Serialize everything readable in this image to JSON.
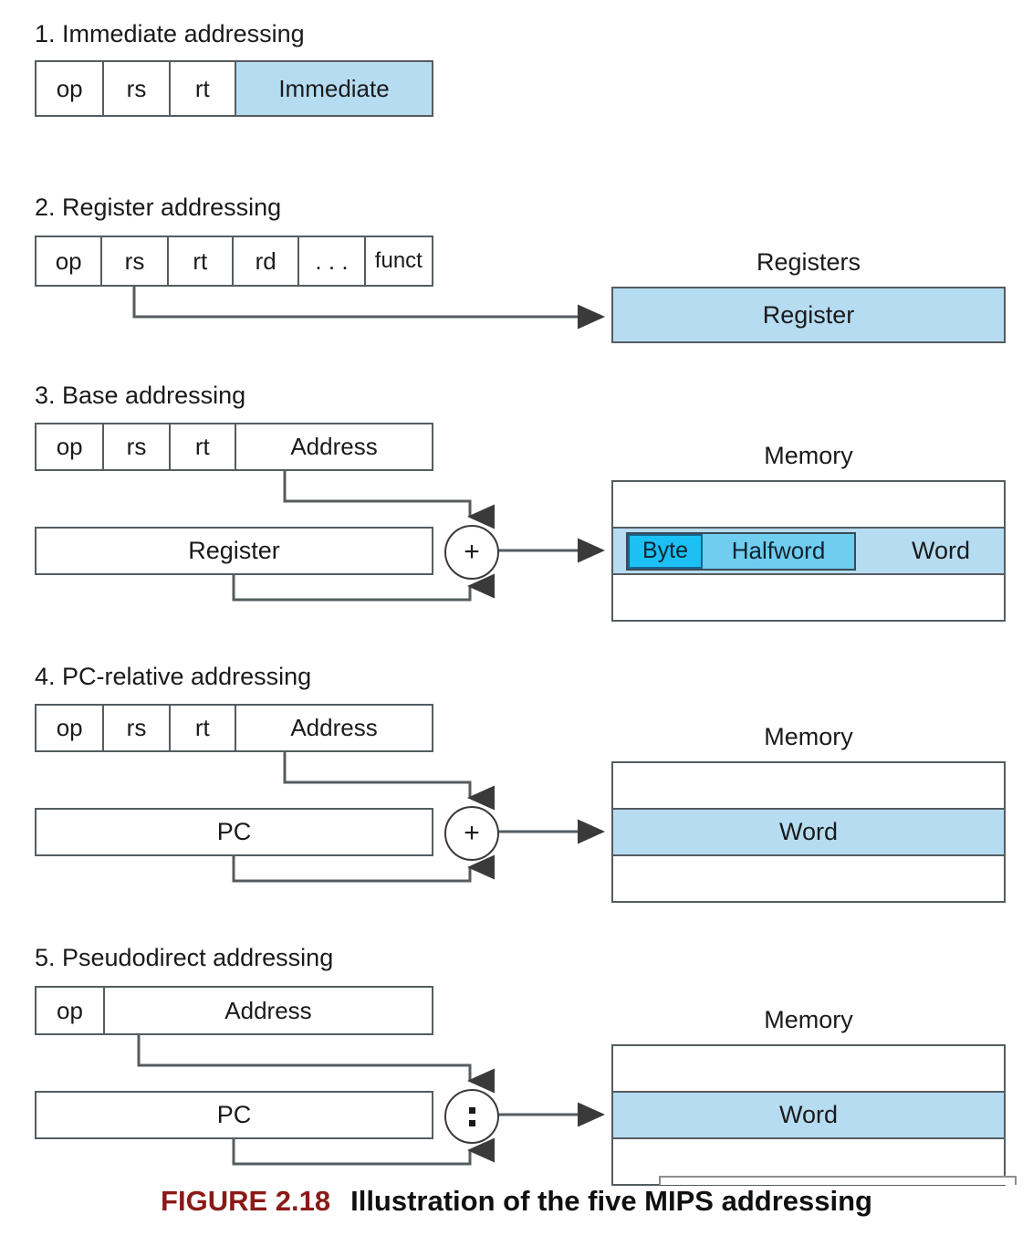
{
  "figure": {
    "caption_label": "FIGURE 2.18",
    "caption_text": "Illustration of the five MIPS addressing",
    "caption_label_color": "#8a1a16",
    "highlight_color": "#b6dcf2",
    "byte_color": "#1cc0f5",
    "halfword_color": "#6fcdf0",
    "line_color": "#555c60"
  },
  "sections": [
    {
      "title": "1. Immediate addressing",
      "fields": [
        {
          "label": "op",
          "highlight": false
        },
        {
          "label": "rs",
          "highlight": false
        },
        {
          "label": "rt",
          "highlight": false
        },
        {
          "label": "Immediate",
          "highlight": true
        }
      ],
      "operand_box": null,
      "operator": null,
      "target": null
    },
    {
      "title": "2. Register addressing",
      "fields": [
        {
          "label": "op",
          "highlight": false
        },
        {
          "label": "rs",
          "highlight": false
        },
        {
          "label": "rt",
          "highlight": false
        },
        {
          "label": "rd",
          "highlight": false
        },
        {
          "label": ". . .",
          "highlight": false
        },
        {
          "label": "funct",
          "highlight": false
        }
      ],
      "operand_box": null,
      "operator": null,
      "target": {
        "label": "Registers",
        "kind": "registers",
        "cells": [
          {
            "label": "Register",
            "highlight": true
          }
        ]
      }
    },
    {
      "title": "3.  Base addressing",
      "fields": [
        {
          "label": "op",
          "highlight": false
        },
        {
          "label": "rs",
          "highlight": false
        },
        {
          "label": "rt",
          "highlight": false
        },
        {
          "label": "Address",
          "highlight": false
        }
      ],
      "operand_box": "Register",
      "operator": "+",
      "target": {
        "label": "Memory",
        "kind": "memory",
        "cells": [
          {
            "label": "",
            "highlight": false
          },
          {
            "label": "Word",
            "highlight": true,
            "byte": "Byte",
            "halfword": "Halfword"
          },
          {
            "label": "",
            "highlight": false
          }
        ]
      }
    },
    {
      "title": "4.  PC-relative addressing",
      "fields": [
        {
          "label": "op",
          "highlight": false
        },
        {
          "label": "rs",
          "highlight": false
        },
        {
          "label": "rt",
          "highlight": false
        },
        {
          "label": "Address",
          "highlight": false
        }
      ],
      "operand_box": "PC",
      "operator": "+",
      "target": {
        "label": "Memory",
        "kind": "memory",
        "cells": [
          {
            "label": "",
            "highlight": false
          },
          {
            "label": "Word",
            "highlight": true
          },
          {
            "label": "",
            "highlight": false
          }
        ]
      }
    },
    {
      "title": "5.  Pseudodirect addressing",
      "fields": [
        {
          "label": "op",
          "highlight": false
        },
        {
          "label": "Address",
          "highlight": false
        }
      ],
      "operand_box": "PC",
      "operator": ":",
      "target": {
        "label": "Memory",
        "kind": "memory",
        "cells": [
          {
            "label": "",
            "highlight": false
          },
          {
            "label": "Word",
            "highlight": true
          },
          {
            "label": "",
            "highlight": false
          }
        ]
      }
    }
  ]
}
